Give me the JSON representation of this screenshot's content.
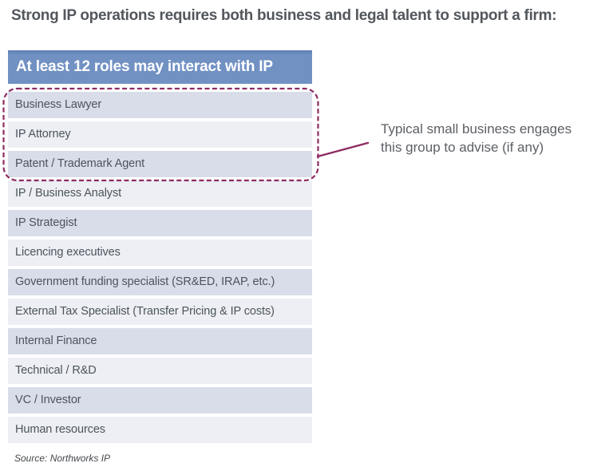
{
  "page": {
    "title": "Strong IP operations requires both business and legal talent to support a firm:",
    "source_note": "Source: Northworks IP"
  },
  "table": {
    "header": "At least 12 roles may interact with IP",
    "rows": [
      "Business Lawyer",
      "IP Attorney",
      "Patent / Trademark Agent",
      "IP / Business Analyst",
      "IP Strategist",
      "Licencing executives",
      "Government funding specialist (SR&ED, IRAP, etc.)",
      "External Tax Specialist (Transfer Pricing & IP costs)",
      "Internal Finance",
      "Technical / R&D",
      "VC / Investor",
      "Human resources"
    ]
  },
  "callout": {
    "lines": [
      "Typical small business engages",
      "this group to advise (if any)"
    ]
  },
  "colors": {
    "header_bg": "#7191c3",
    "header_edge": "#5f80b4",
    "header_text": "#ffffff",
    "row_dark": "#d8dde9",
    "row_light": "#edeff5",
    "row_text": "#4d545c",
    "title_text": "#53575c",
    "note_text": "#5c5f64",
    "source_text": "#44474b",
    "accent": "#8e2b61"
  }
}
